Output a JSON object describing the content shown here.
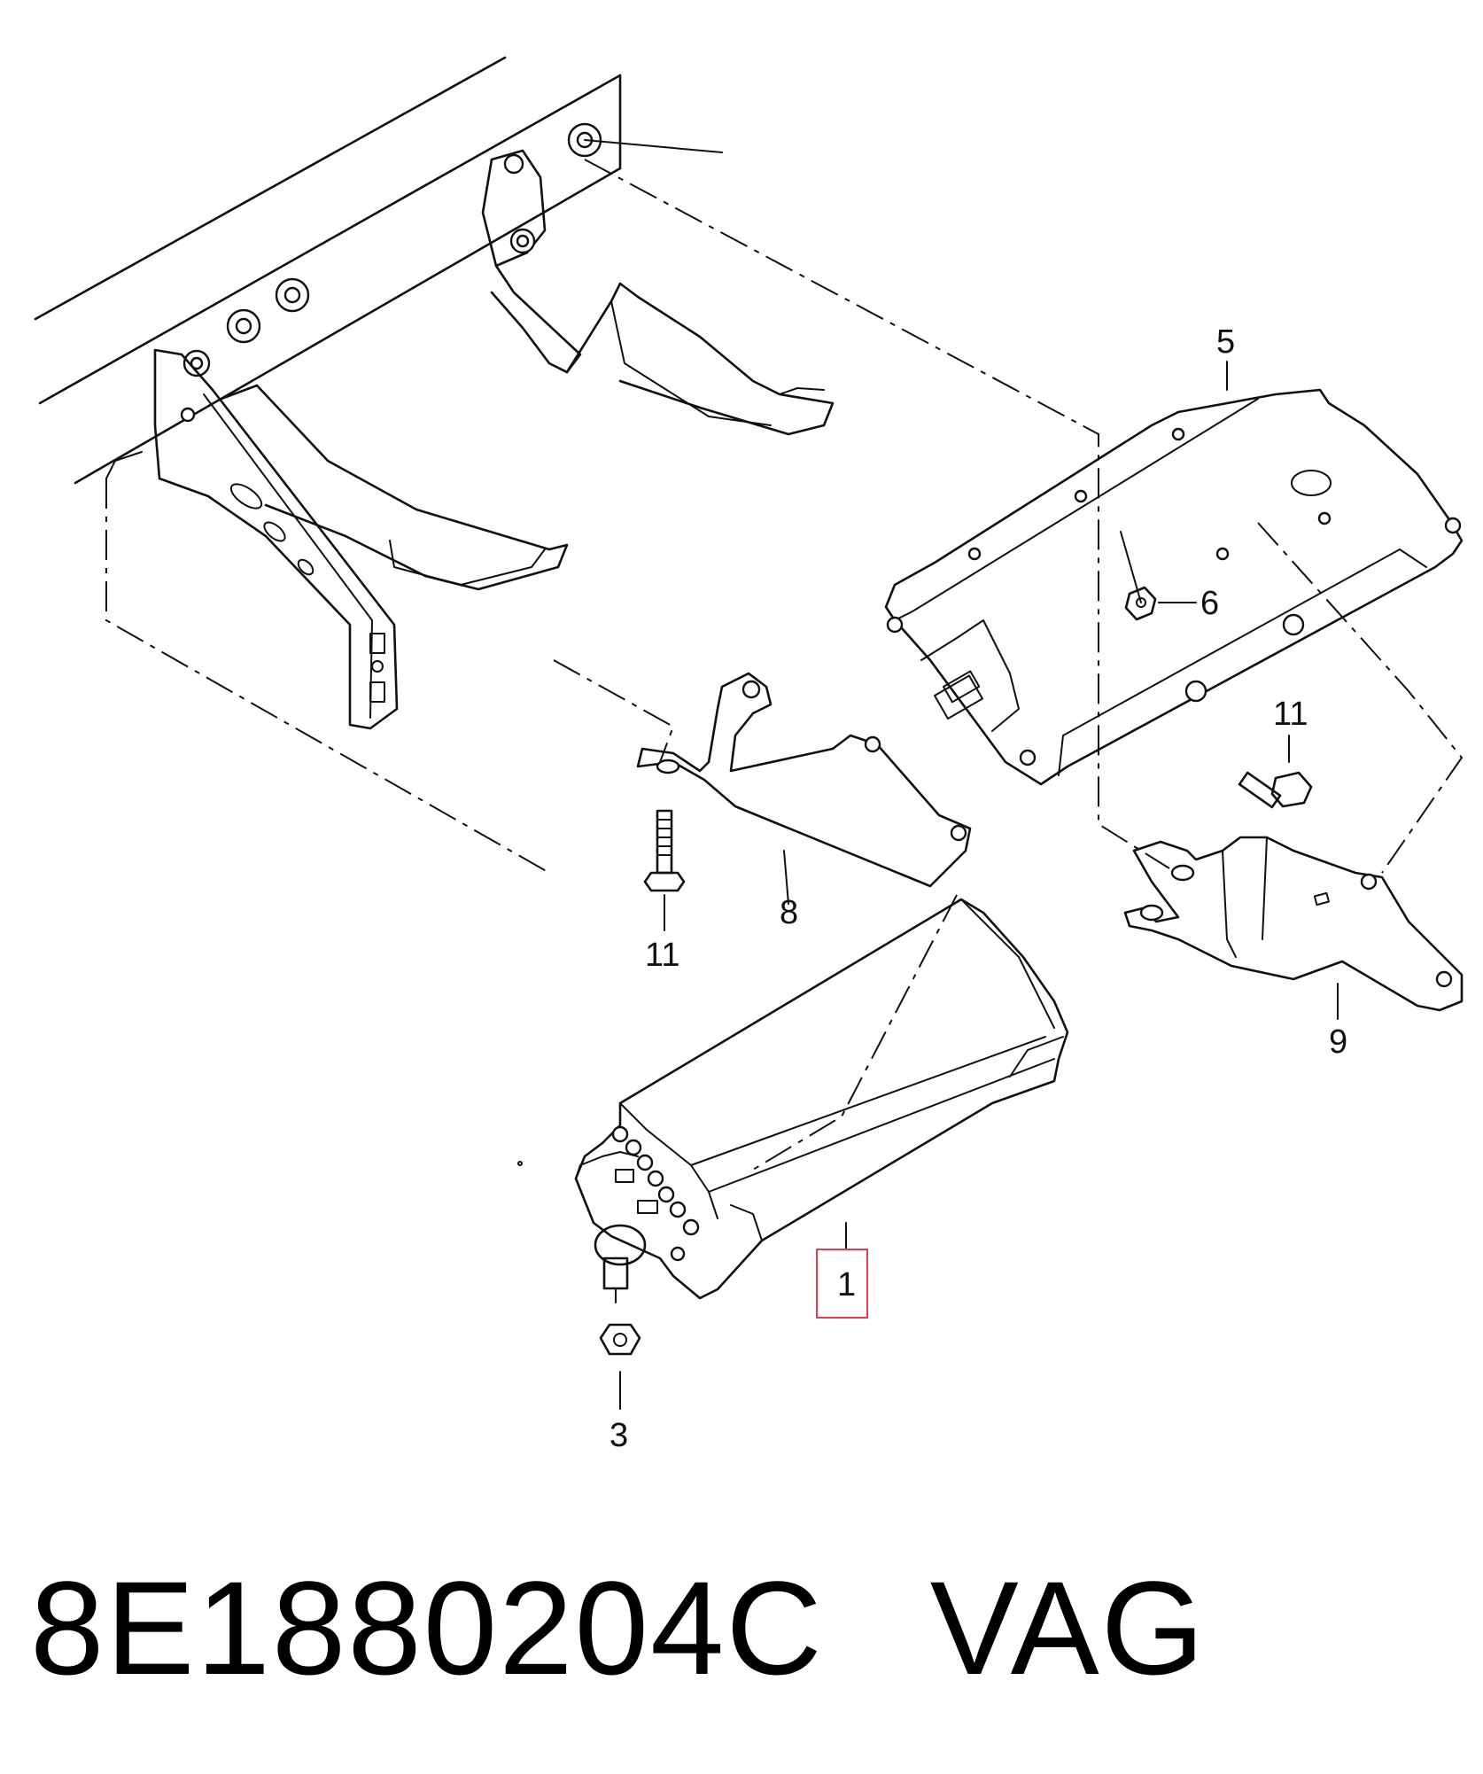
{
  "diagram": {
    "callouts": {
      "c1": "1",
      "c3": "3",
      "c5": "5",
      "c6": "6",
      "c8": "8",
      "c9": "9",
      "c11a": "11",
      "c11b": "11"
    },
    "highlight_color": "#e0404a"
  },
  "caption": {
    "part_number": "8E1880204C",
    "brand": "VAG"
  }
}
